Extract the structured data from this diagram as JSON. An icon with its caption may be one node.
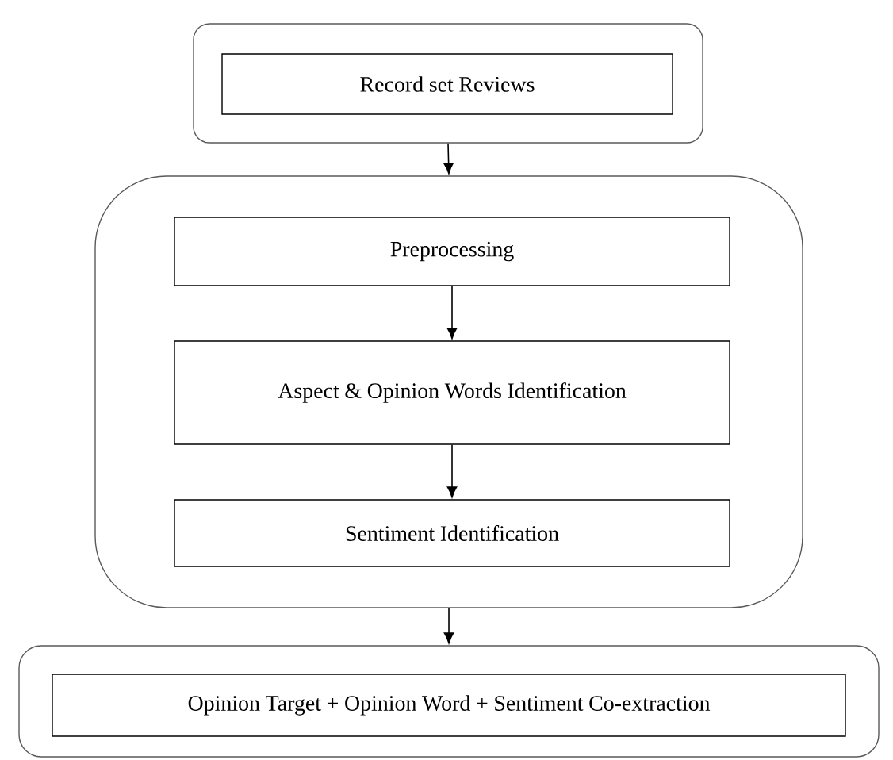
{
  "diagram": {
    "nodes": [
      {
        "text": [],
        "shape": "box"
      },
      {
        "text": [
          "Record set Reviews"
        ],
        "in": 0
      },
      {
        "text": [],
        "shape": "box"
      },
      {
        "text": [
          "Preprocessing"
        ],
        "in": 2
      },
      {
        "text": [
          "Aspect & Opinion Words Identification"
        ],
        "in": 2
      },
      {
        "text": [
          "Sentiment Identification"
        ],
        "in": 2
      },
      {
        "text": [],
        "shape": "box"
      },
      {
        "text": [
          "Opinion Target + Opinion Word + Sentiment Co-extraction"
        ],
        "in": 6
      }
    ],
    "edges": [
      {
        "from": 0,
        "to": 2,
        "arrow": "to"
      },
      {
        "from": 3,
        "to": 4,
        "arrow": "to"
      },
      {
        "from": 4,
        "to": 5,
        "arrow": "to"
      },
      {
        "from": 2,
        "to": 6,
        "arrow": "to"
      }
    ]
  }
}
